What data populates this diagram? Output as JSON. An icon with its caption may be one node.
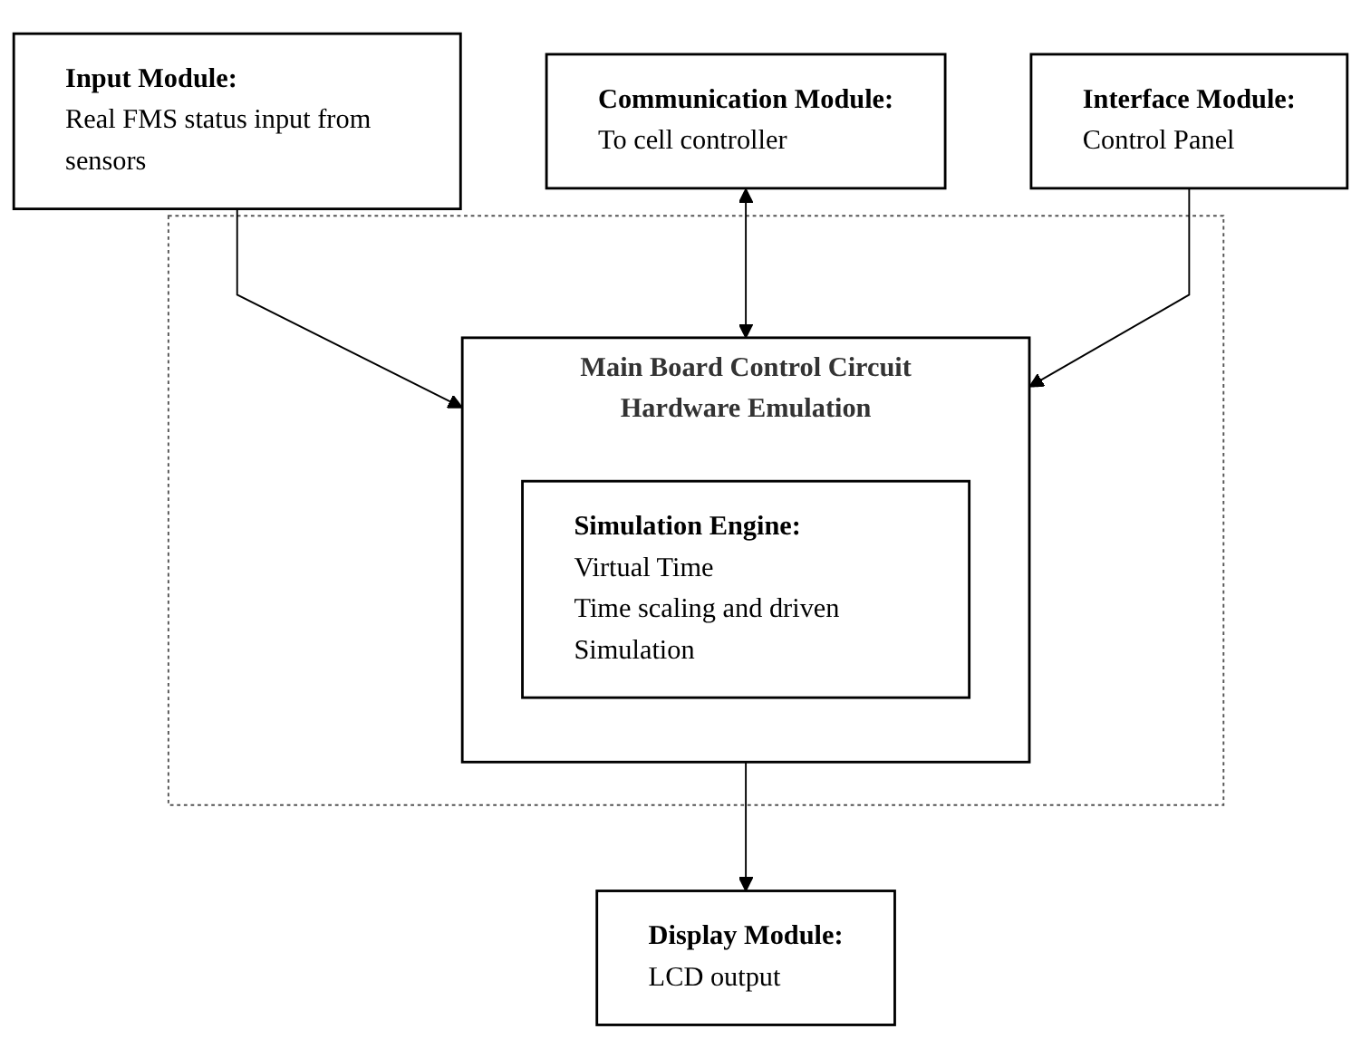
{
  "diagram": {
    "nodes": [
      {
        "text": [
          "Input Module:",
          "Real FMS status input from sensors"
        ]
      },
      {
        "text": [
          "Communication Module:",
          "To cell controller"
        ]
      },
      {
        "text": [],
        "shape": "box"
      },
      {
        "text": [
          "Main Board Control Circuit",
          "Hardware Emulation"
        ],
        "in": 2
      },
      {
        "text": [
          "Simulation Engine:",
          "Virtual Time",
          "Time scaling and driven Simulation"
        ],
        "in": 3
      },
      {
        "text": [
          "Interface Module:",
          "Control Panel"
        ]
      },
      {
        "text": [
          "Display Module:",
          "LCD output"
        ]
      }
    ],
    "edges": [
      {
        "from": 0,
        "to": 3,
        "arrow": "to"
      },
      {
        "from": 1,
        "to": 3,
        "arrow": "both"
      },
      {
        "from": 5,
        "to": 3,
        "arrow": "to"
      },
      {
        "from": 3,
        "to": 6,
        "arrow": "to"
      }
    ]
  }
}
